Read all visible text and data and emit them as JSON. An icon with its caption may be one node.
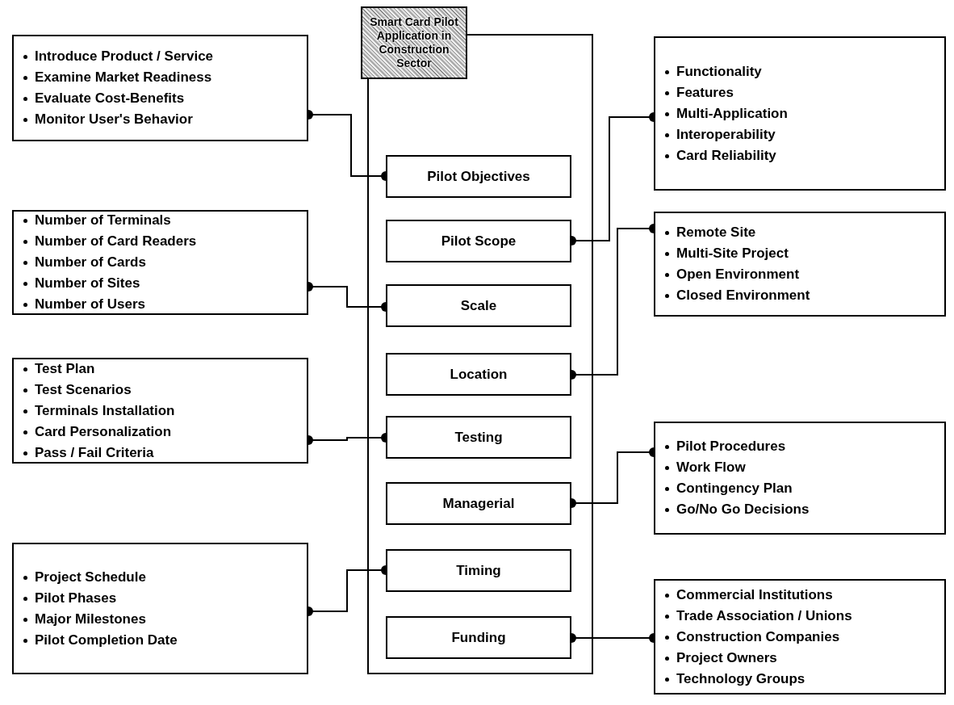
{
  "diagram": {
    "nodes": [
      {
        "text": [
          "Smart Card Pilot Application in Construction Sector"
        ]
      },
      {
        "text": [
          "Pilot Objectives"
        ],
        "in": 0
      },
      {
        "text": [
          "Pilot Scope"
        ],
        "in": 0
      },
      {
        "text": [
          "Scale"
        ],
        "in": 0
      },
      {
        "text": [
          "Location"
        ],
        "in": 0
      },
      {
        "text": [
          "Testing"
        ],
        "in": 0
      },
      {
        "text": [
          "Managerial"
        ],
        "in": 0
      },
      {
        "text": [
          "Timing"
        ],
        "in": 0
      },
      {
        "text": [
          "Funding"
        ],
        "in": 0
      },
      {
        "text": [
          "Introduce Product / Service",
          "Examine Market Readiness",
          "Evaluate Cost-Benefits",
          "Monitor User's Behavior"
        ]
      },
      {
        "text": [
          "Number of Terminals",
          "Number of Card Readers",
          "Number of Cards",
          "Number of Sites",
          "Number of Users"
        ]
      },
      {
        "text": [
          "Test Plan",
          "Test Scenarios",
          "Terminals Installation",
          "Card Personalization",
          "Pass / Fail Criteria"
        ]
      },
      {
        "text": [
          "Project Schedule",
          "Pilot Phases",
          "Major Milestones",
          "Pilot Completion Date"
        ]
      },
      {
        "text": [
          "Functionality",
          "Features",
          "Multi-Application",
          "Interoperability",
          "Card Reliability"
        ]
      },
      {
        "text": [
          "Remote Site",
          "Multi-Site Project",
          "Open Environment",
          "Closed Environment"
        ]
      },
      {
        "text": [
          "Pilot Procedures",
          "Work Flow",
          "Contingency Plan",
          "Go/No Go Decisions"
        ]
      },
      {
        "text": [
          "Commercial Institutions",
          "Trade Association / Unions",
          "Construction Companies",
          "Project Owners",
          "Technology Groups"
        ]
      }
    ],
    "edges": [
      {
        "from": 9,
        "to": 1,
        "arrow": "other"
      },
      {
        "from": 2,
        "to": 13,
        "arrow": "other"
      },
      {
        "from": 10,
        "to": 3,
        "arrow": "other"
      },
      {
        "from": 4,
        "to": 14,
        "arrow": "other"
      },
      {
        "from": 11,
        "to": 5,
        "arrow": "other"
      },
      {
        "from": 6,
        "to": 15,
        "arrow": "other"
      },
      {
        "from": 12,
        "to": 7,
        "arrow": "other"
      },
      {
        "from": 8,
        "to": 16,
        "arrow": "other"
      }
    ]
  }
}
